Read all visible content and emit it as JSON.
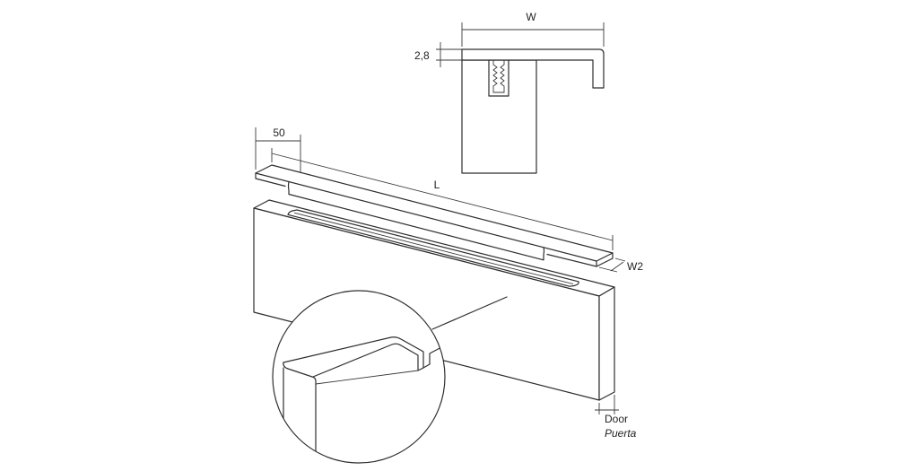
{
  "labels": {
    "width": "W",
    "thickness": "2,8",
    "end_length": "50",
    "length": "L",
    "width2": "W2",
    "door": "Door",
    "door_es": "Puerta"
  }
}
